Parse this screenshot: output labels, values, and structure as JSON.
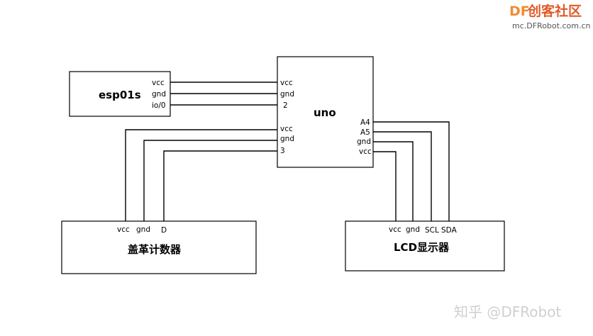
{
  "watermark": {
    "logo_df": "DF",
    "logo_cn": "创客社区",
    "url": "mc.DFRobot.com.cn",
    "zhihu": "知乎 @DFRobot",
    "color_df": "#f08c32",
    "color_cn": "#e05a28"
  },
  "components": {
    "esp": {
      "title": "esp01s",
      "pins": [
        "vcc",
        "gnd",
        "io/0"
      ]
    },
    "uno": {
      "title": "uno",
      "left_pins": [
        "vcc",
        "gnd",
        "2",
        "vcc",
        "gnd",
        "3"
      ],
      "right_pins": [
        "A4",
        "A5",
        "gnd",
        "vcc"
      ]
    },
    "counter": {
      "title": "盖革计数器",
      "pins": [
        "vcc",
        "gnd",
        "D"
      ]
    },
    "lcd": {
      "title": "LCD显示器",
      "pins": [
        "vcc",
        "gnd",
        "SCL",
        "SDA"
      ]
    }
  }
}
